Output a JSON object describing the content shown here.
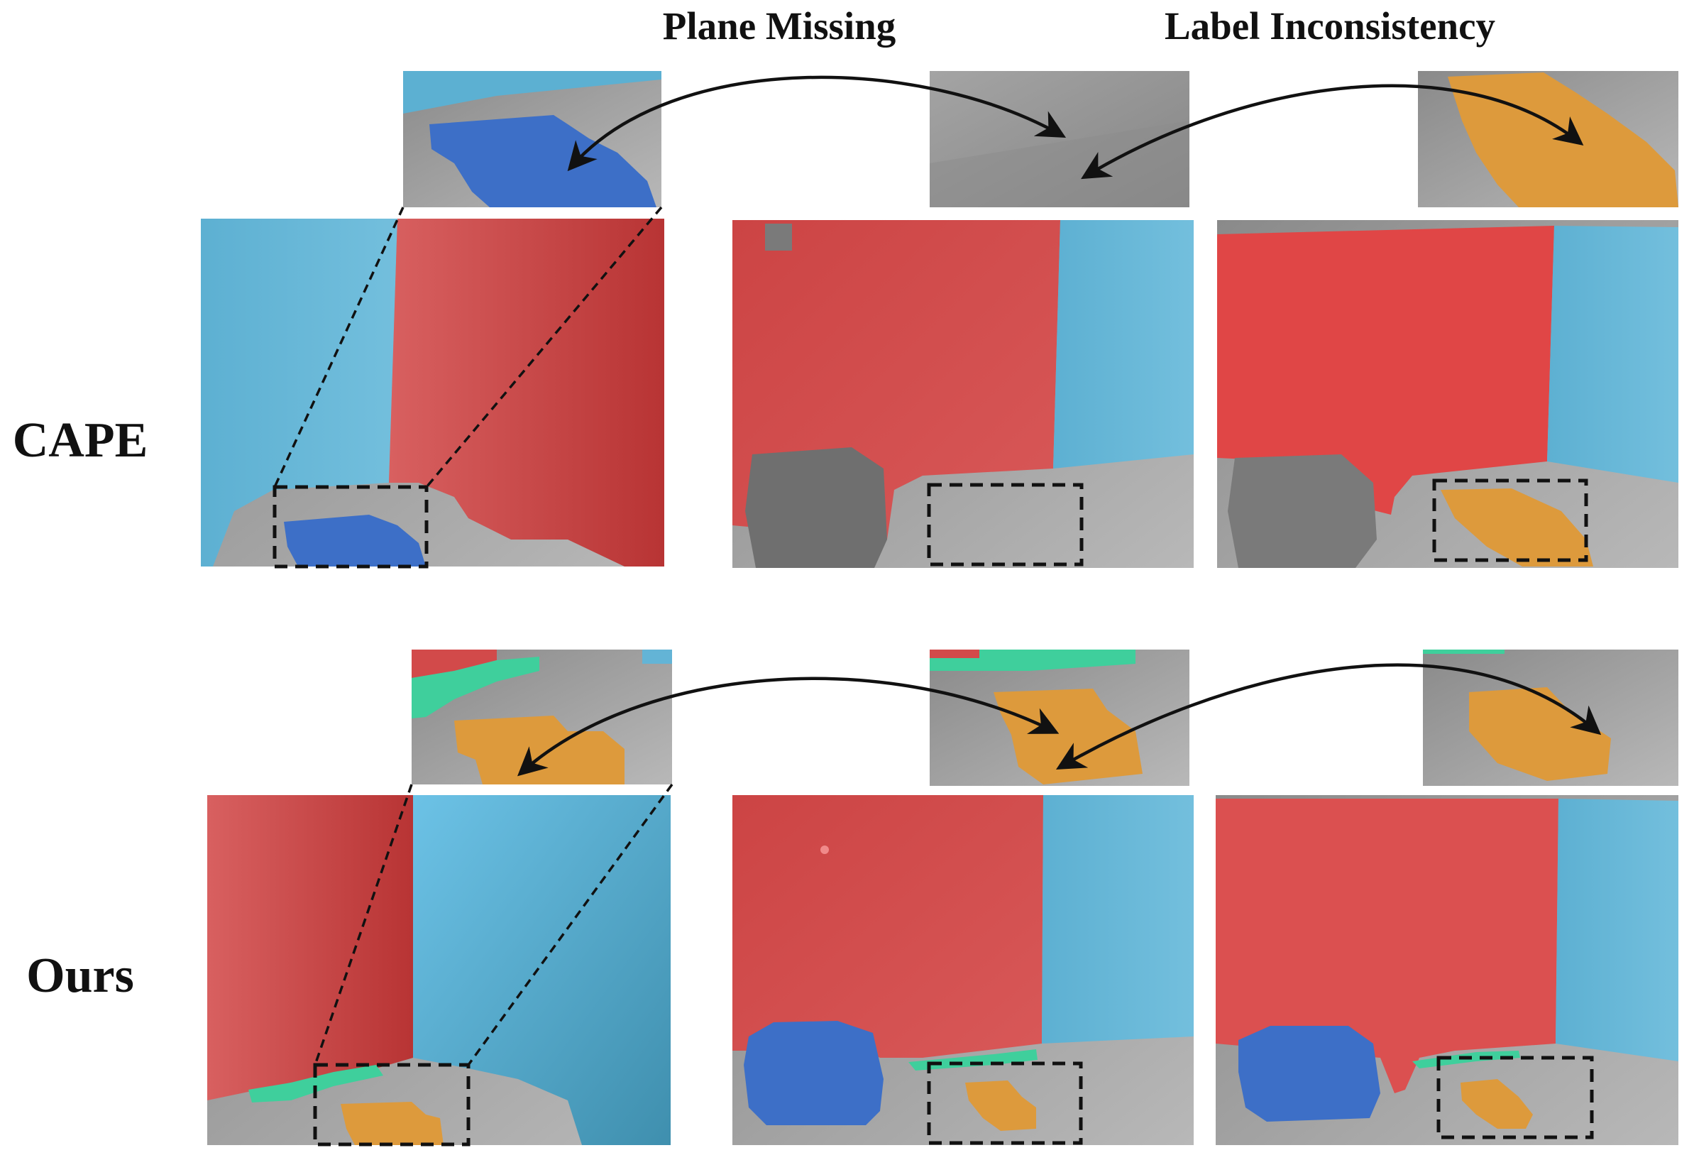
{
  "annotations": {
    "plane_missing": "Plane Missing",
    "label_inconsistency": "Label Inconsistency"
  },
  "rows": [
    {
      "label": "CAPE"
    },
    {
      "label": "Ours"
    }
  ],
  "colors": {
    "wall_red": "#d24a4a",
    "wall_blue": "#63b4d6",
    "plane_darkblue": "#3d6fc7",
    "plane_orange": "#dd9a3c",
    "plane_green": "#3fcf9c",
    "depth_gray": "#9a9a9a"
  }
}
